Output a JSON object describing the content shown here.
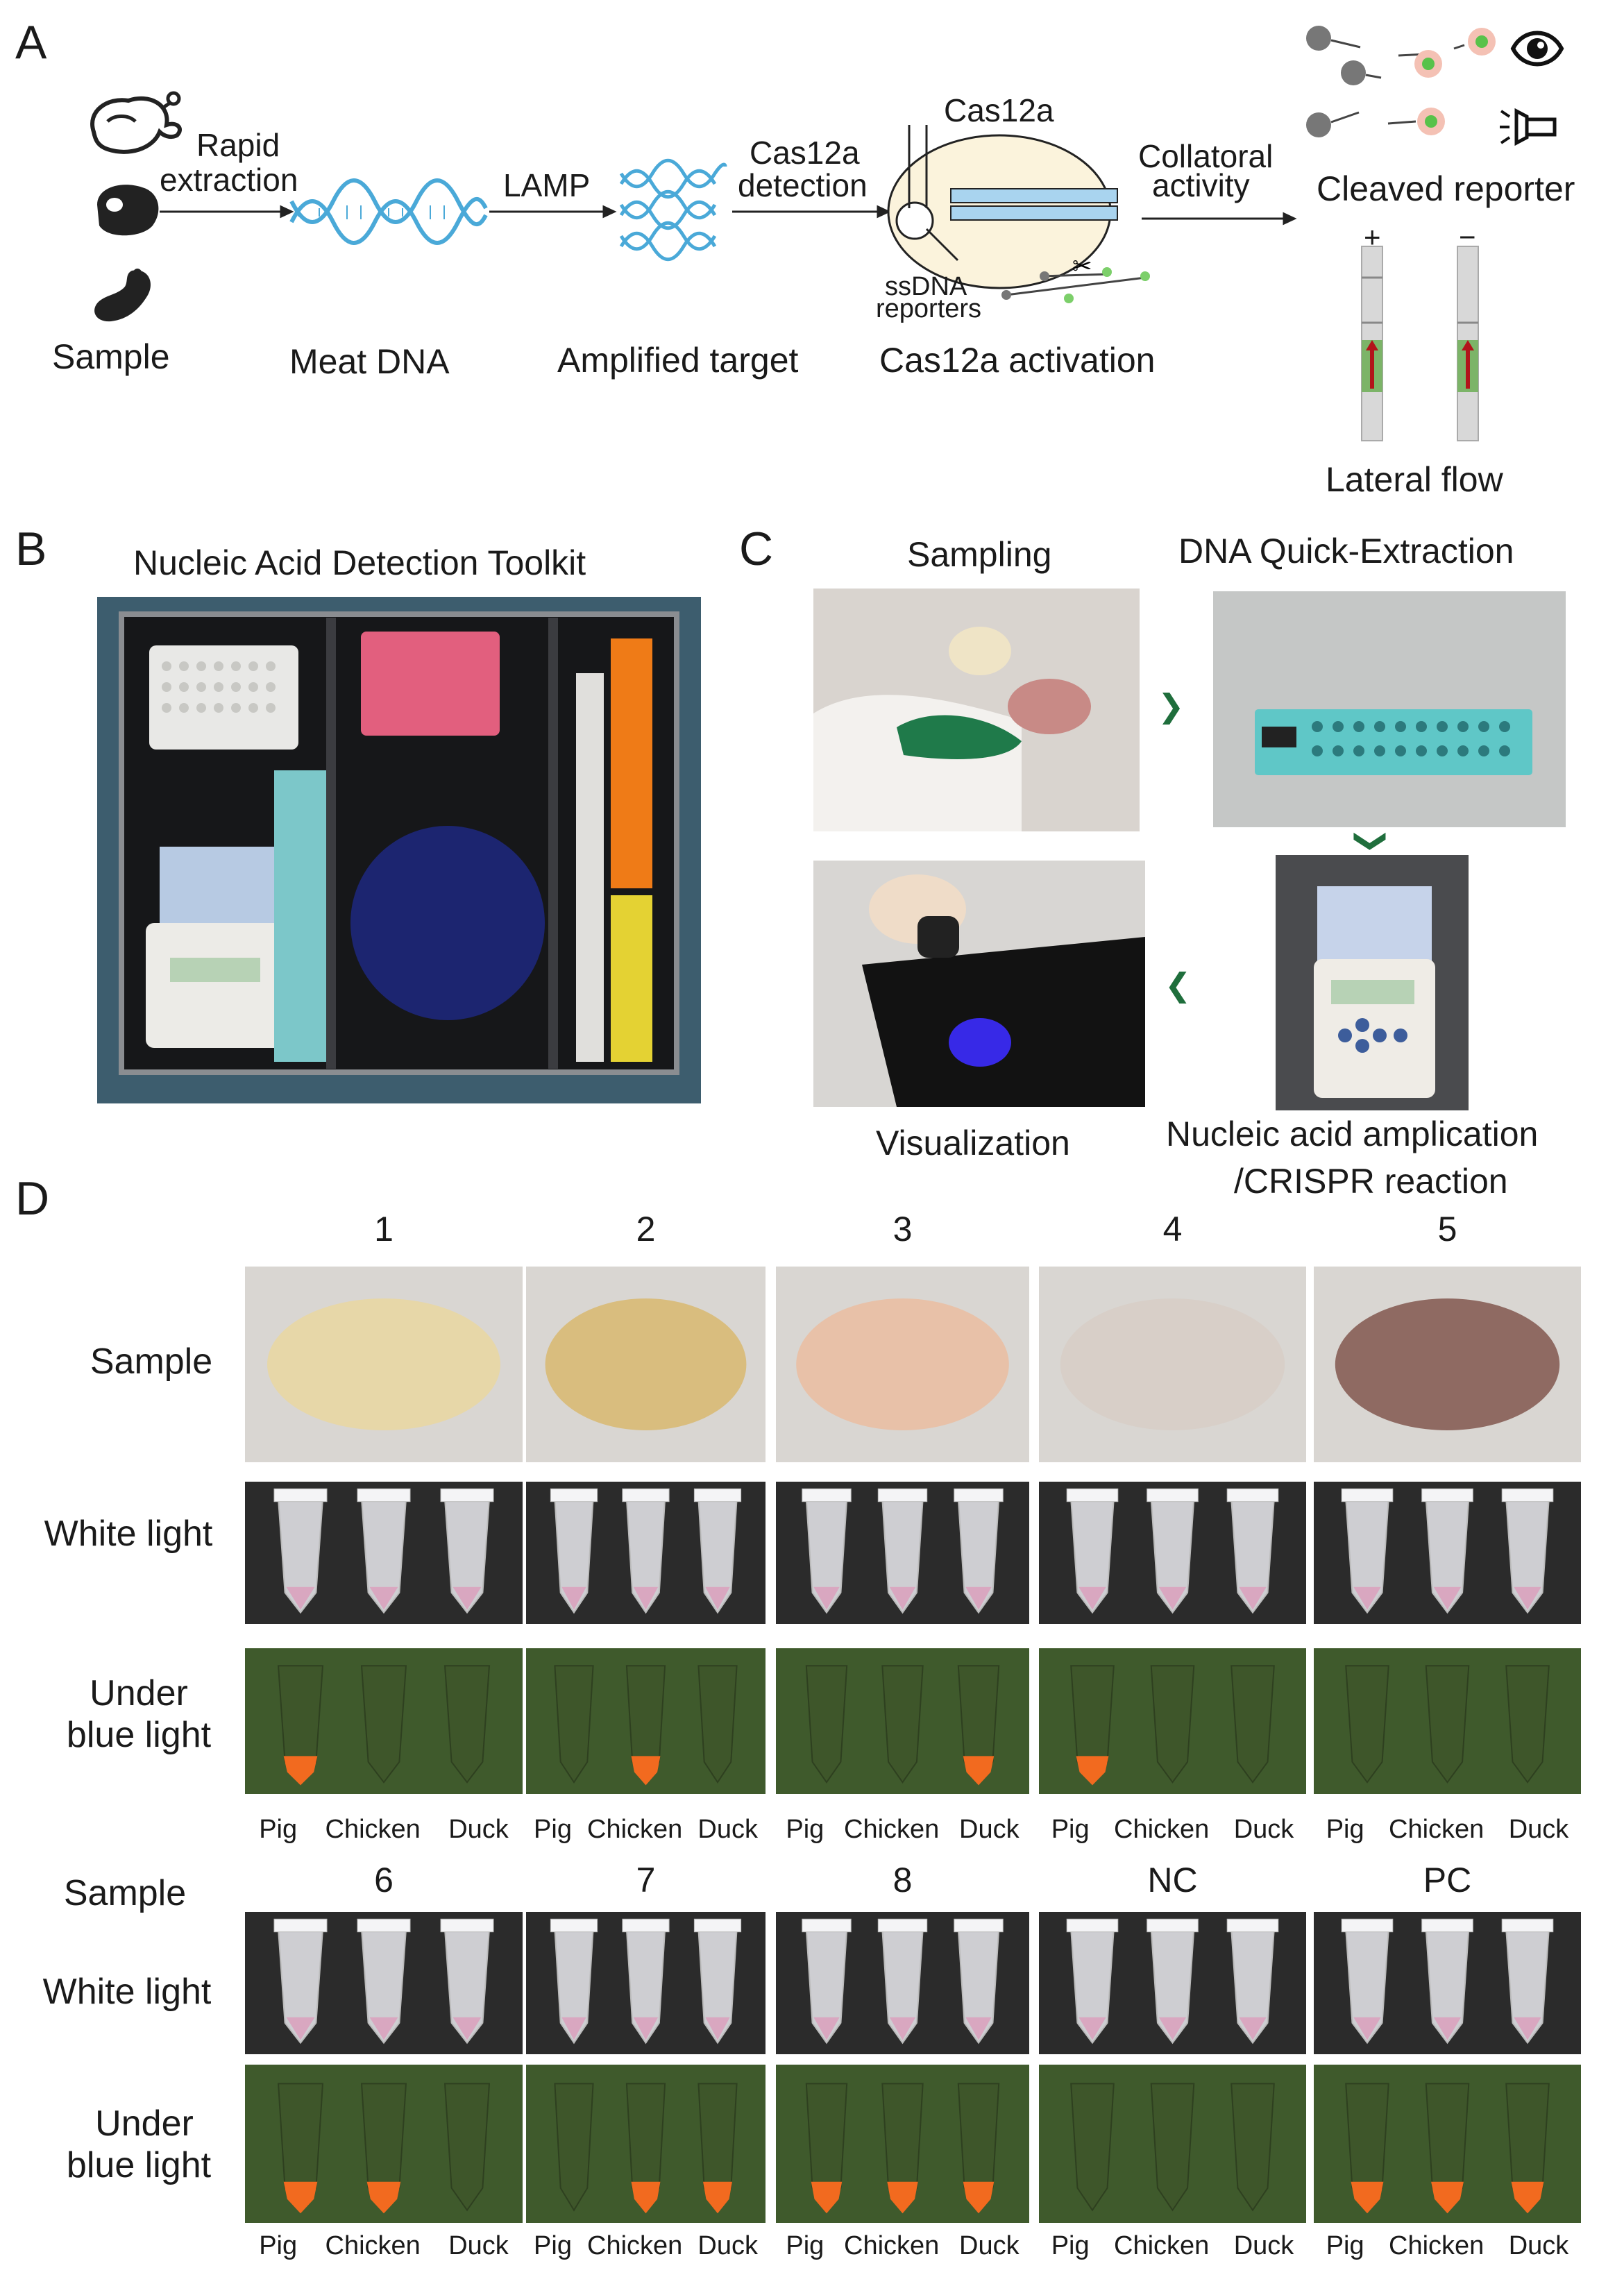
{
  "panels": {
    "a": {
      "letter": "A",
      "step_labels": [
        "Sample",
        "Meat DNA",
        "Amplified target",
        "Cas12a activation"
      ],
      "arrow_labels": {
        "rapid": "Rapid",
        "extraction": "extraction",
        "lamp": "LAMP",
        "cas12a": "Cas12a",
        "detection": "detection",
        "collatoral": "Collatoral",
        "activity": "activity"
      },
      "cas12a_label": "Cas12a",
      "ssdna": "ssDNA",
      "reporters": "reporters",
      "cleaved_reporter": "Cleaved reporter",
      "lateral_flow": "Lateral flow",
      "strip_plus": "+",
      "strip_minus": "−"
    },
    "b": {
      "letter": "B",
      "title": "Nucleic Acid Detection Toolkit"
    },
    "c": {
      "letter": "C",
      "sampling": "Sampling",
      "extraction": "DNA Quick-Extraction",
      "visualization": "Visualization",
      "amplification_1": "Nucleic acid amplication",
      "amplification_2": "/CRISPR reaction"
    },
    "d": {
      "letter": "D",
      "row_labels": {
        "sample": "Sample",
        "white_light": "White light",
        "under": "Under",
        "blue_light": "blue light"
      },
      "columns_top": [
        "1",
        "2",
        "3",
        "4",
        "5"
      ],
      "columns_bottom": [
        "6",
        "7",
        "8",
        "NC",
        "PC"
      ],
      "tube_labels": [
        "Pig",
        "Chicken",
        "Duck"
      ],
      "top_blue_positive": [
        [
          true,
          false,
          false
        ],
        [
          false,
          true,
          false
        ],
        [
          false,
          false,
          true
        ],
        [
          true,
          false,
          false
        ],
        [
          false,
          false,
          false
        ]
      ],
      "bottom_blue_positive": [
        [
          true,
          true,
          false
        ],
        [
          false,
          true,
          true
        ],
        [
          true,
          true,
          true
        ],
        [
          false,
          false,
          false
        ],
        [
          true,
          true,
          true
        ]
      ],
      "colors": {
        "dna_blue": "#4aa9d8",
        "green_arrow": "#1f6e3c",
        "blue_light_bg": "#3f5a2c",
        "orange_glow": "#f26a1f",
        "white_light_bg": "#2b2b2b"
      }
    }
  }
}
